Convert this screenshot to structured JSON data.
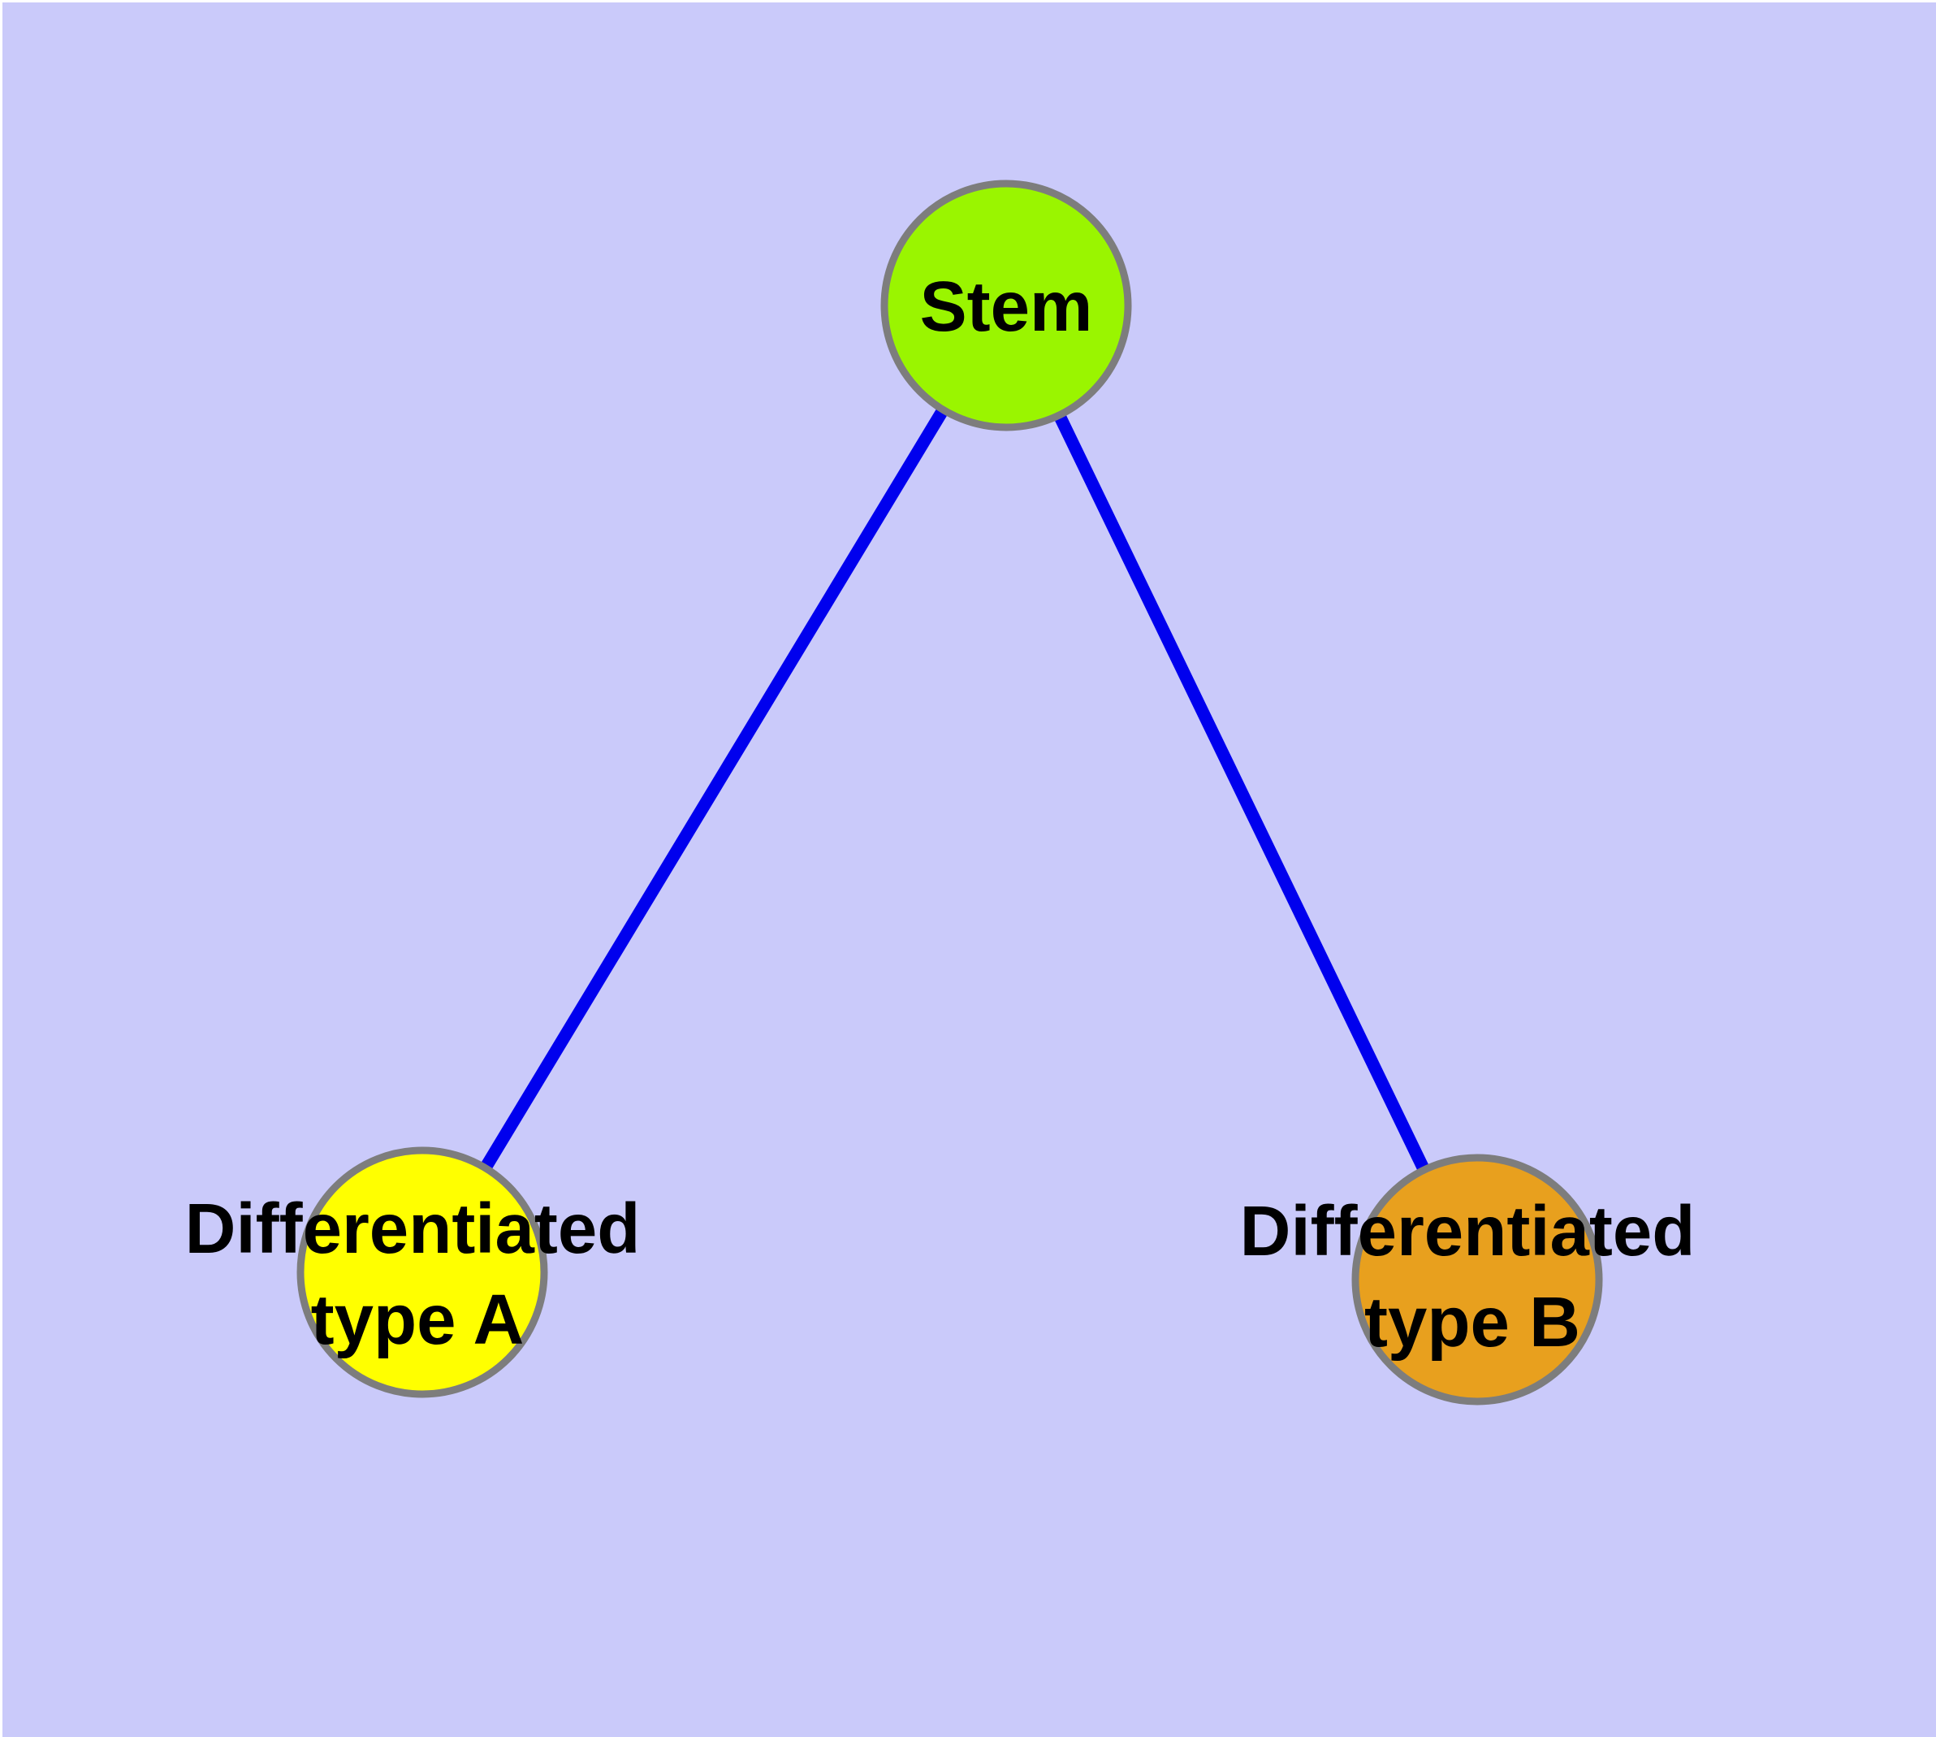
{
  "diagram": {
    "type": "node-link-graph",
    "background_color": "#cacafa",
    "margin_color": "#ffffff",
    "edge_color": "#0000ee",
    "node_border_color": "#7d7d7d",
    "text_color": "#000000",
    "nodes": [
      {
        "id": "stem",
        "label": "Stem",
        "lines": [
          "Stem"
        ],
        "fill_color": "#9af500"
      },
      {
        "id": "differentiated-type-a",
        "label": "Differentiated type A",
        "lines": [
          "Differentiated",
          "type A"
        ],
        "fill_color": "#ffff00"
      },
      {
        "id": "differentiated-type-b",
        "label": "Differentiated type B",
        "lines": [
          "Differentiated",
          "type B"
        ],
        "fill_color": "#e8a01e"
      }
    ],
    "edges": [
      {
        "from": "stem",
        "to": "differentiated-type-a"
      },
      {
        "from": "stem",
        "to": "differentiated-type-b"
      }
    ]
  }
}
